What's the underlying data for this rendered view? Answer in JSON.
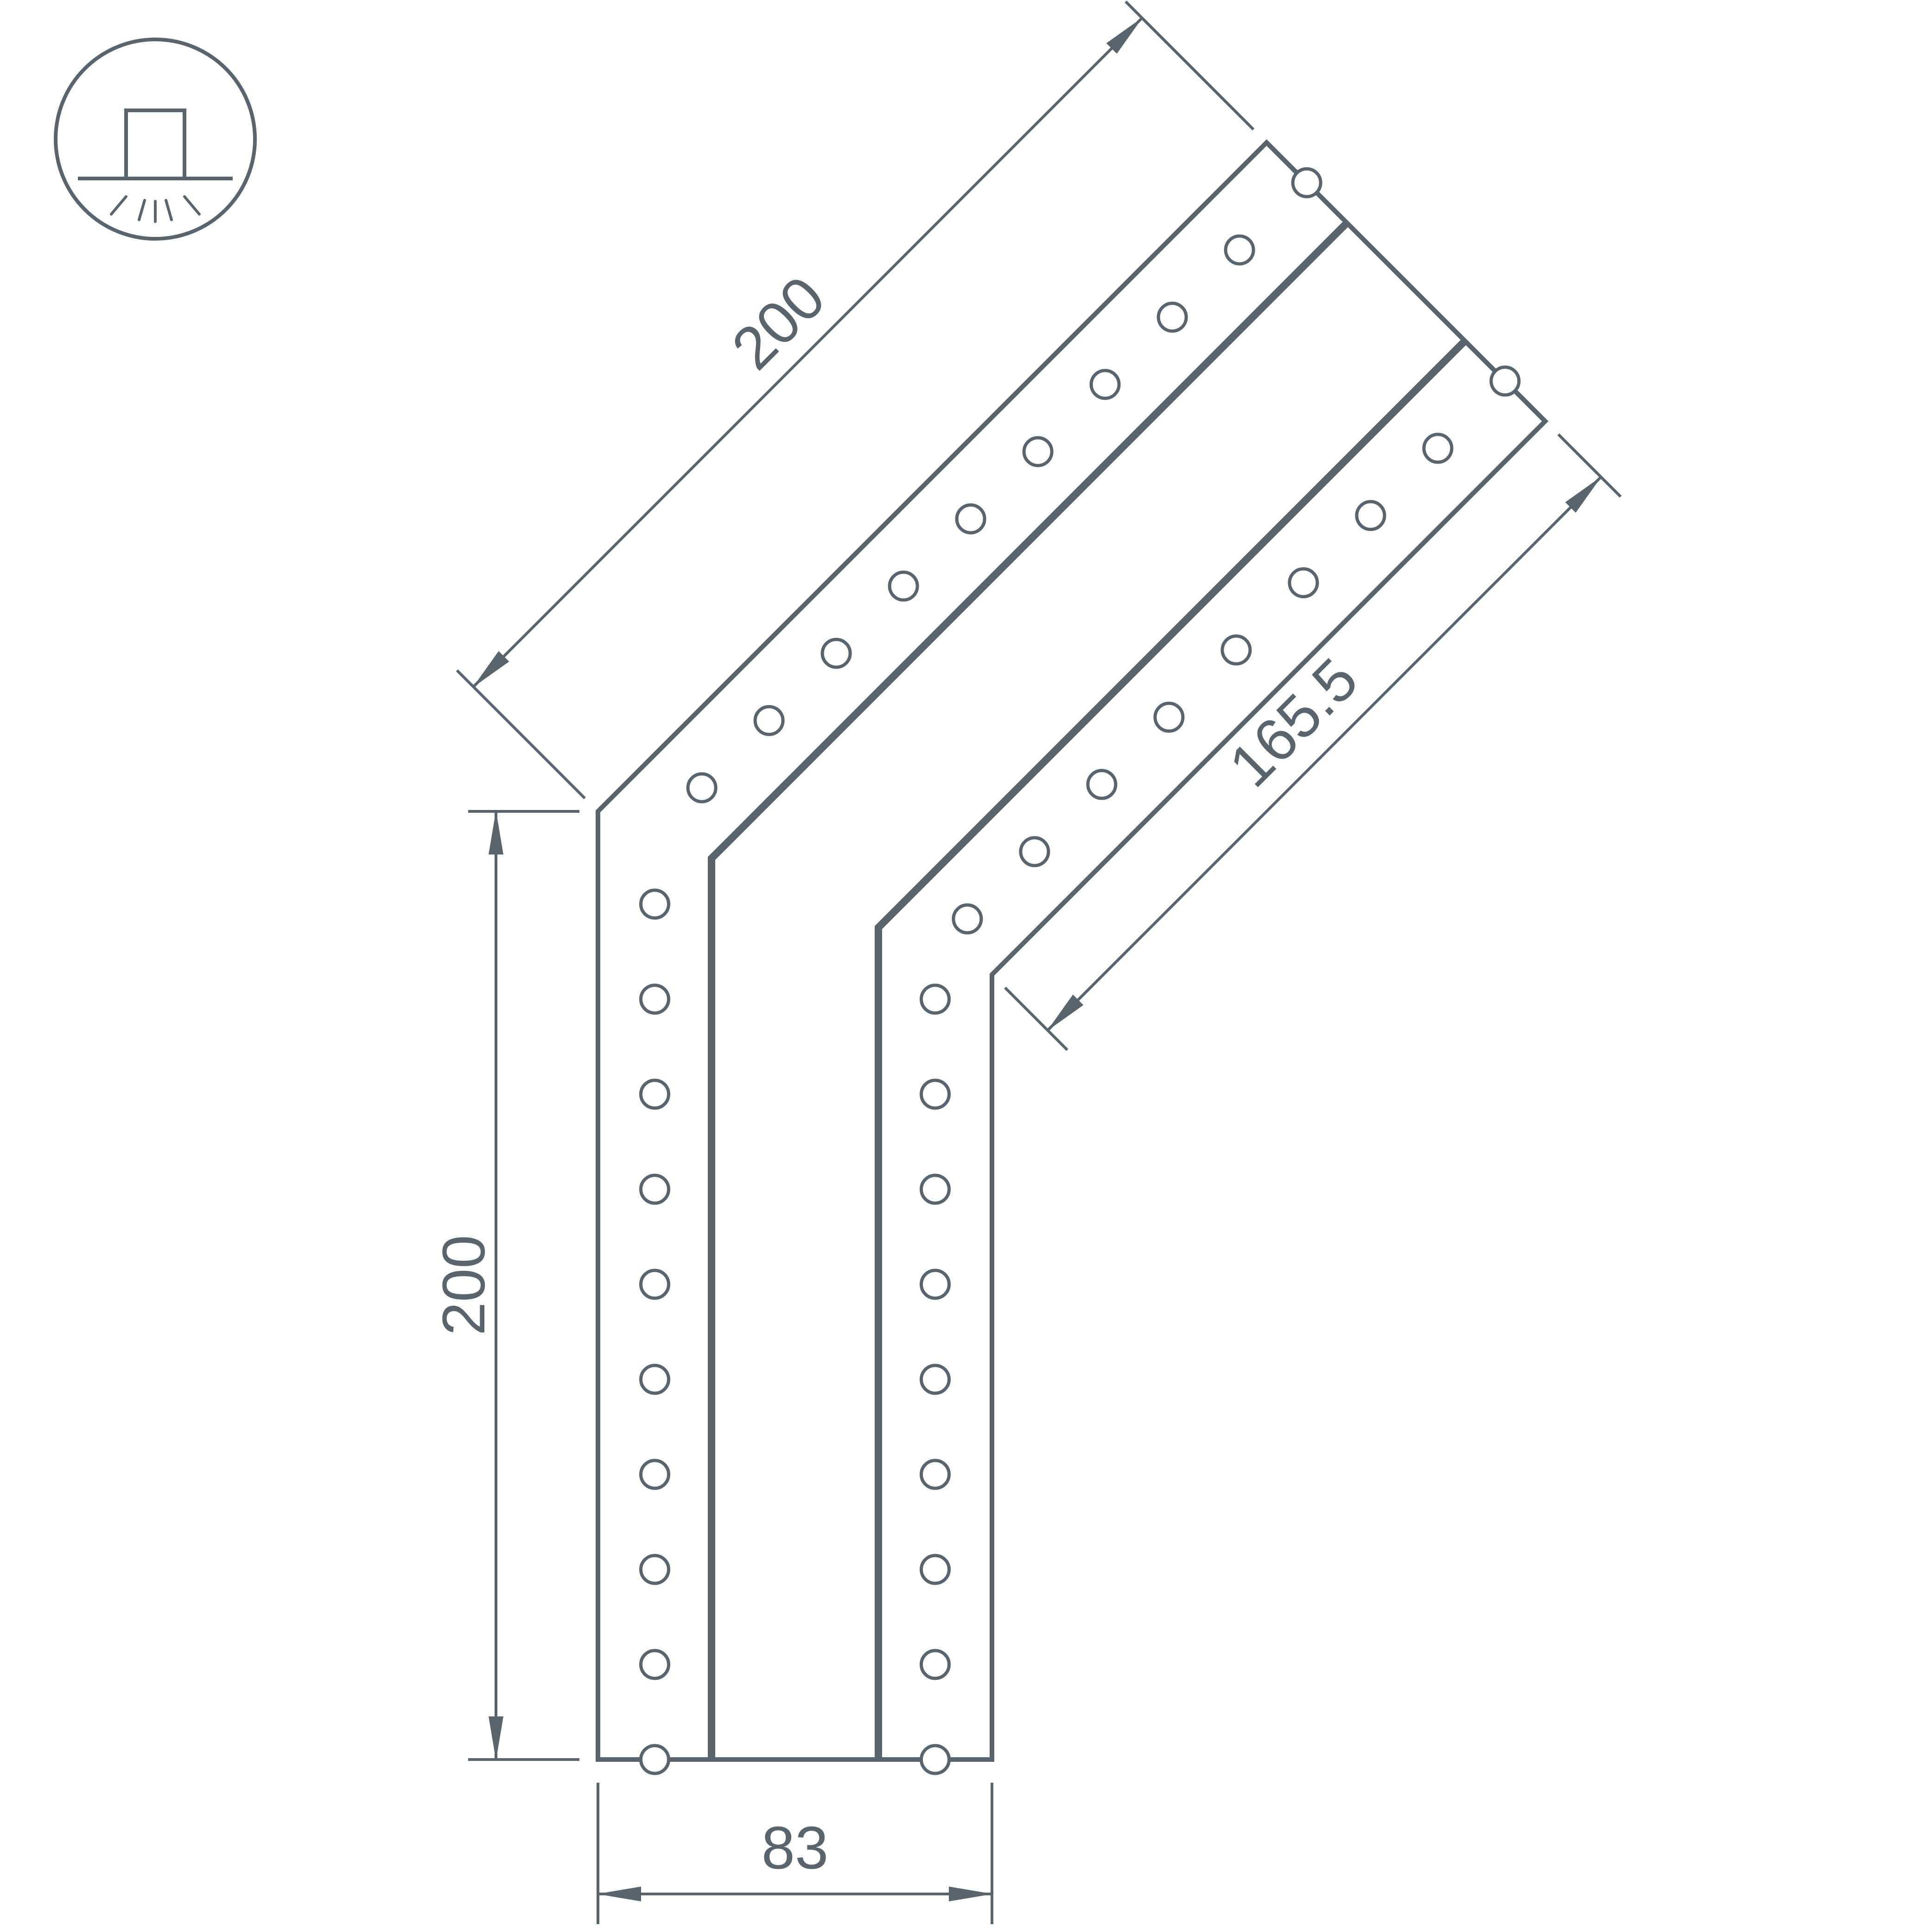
{
  "meta": {
    "background_color": "#ffffff",
    "line_color": "#5a646d",
    "drawing_type": "led-profile-corner-connector-135deg"
  },
  "icon": {
    "name": "surface-mount-light-icon"
  },
  "dimensions": {
    "diagonal_top": "200",
    "vertical_left": "200",
    "diagonal_inner": "165.5",
    "bottom_width": "83"
  }
}
